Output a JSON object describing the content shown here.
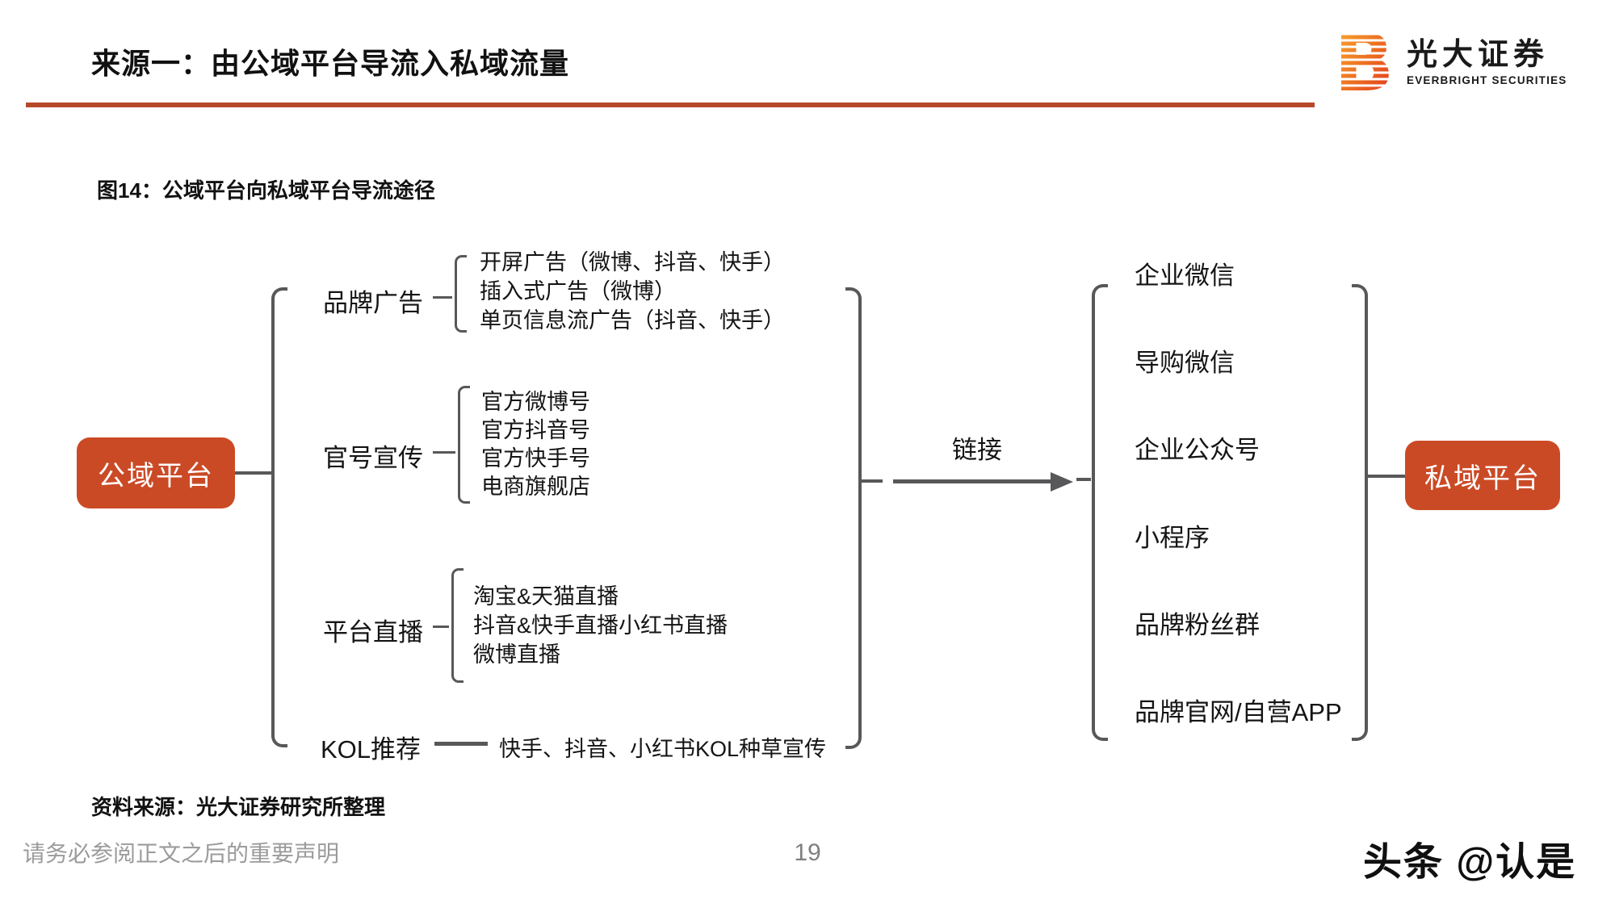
{
  "header": {
    "title": "来源一：由公域平台导流入私域流量",
    "logo_cn": "光大证券",
    "logo_en": "EVERBRIGHT SECURITIES"
  },
  "figure": {
    "caption": "图14：公域平台向私域平台导流途径",
    "source": "资料来源：光大证券研究所整理"
  },
  "diagram": {
    "left_node": "公域平台",
    "right_node": "私域平台",
    "arrow_label": "链接",
    "branches": [
      {
        "label": "品牌广告",
        "items": [
          "开屏广告（微博、抖音、快手）",
          "插入式广告（微博）",
          "单页信息流广告（抖音、快手）"
        ]
      },
      {
        "label": "官号宣传",
        "items": [
          "官方微博号",
          "官方抖音号",
          "官方快手号",
          "电商旗舰店"
        ]
      },
      {
        "label": "平台直播",
        "items": [
          "淘宝&天猫直播",
          "抖音&快手直播小红书直播",
          "微博直播"
        ]
      },
      {
        "label": "KOL推荐",
        "items": [
          "快手、抖音、小红书KOL种草宣传"
        ]
      }
    ],
    "private_channels": [
      "企业微信",
      "导购微信",
      "企业公众号",
      "小程序",
      "品牌粉丝群",
      "品牌官网/自营APP"
    ]
  },
  "footer": {
    "disclaimer": "请务必参阅正文之后的重要声明",
    "page_number": "19",
    "watermark": "头条 @认是"
  },
  "colors": {
    "accent_orange": "#CB4A26",
    "underline_red": "#B5492A",
    "line_gray": "#58585A"
  }
}
